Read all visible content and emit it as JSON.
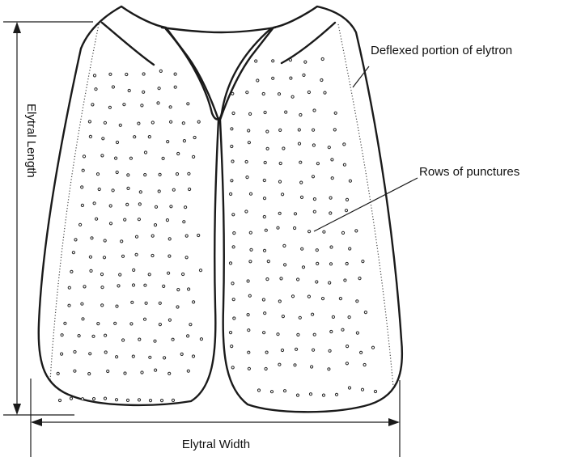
{
  "labels": {
    "deflexed": "Deflexed portion of elytron",
    "rows": "Rows of punctures",
    "length": "Elytral Length",
    "width": "Elytral Width"
  },
  "colors": {
    "stroke": "#1a1a1a",
    "background": "#ffffff"
  }
}
